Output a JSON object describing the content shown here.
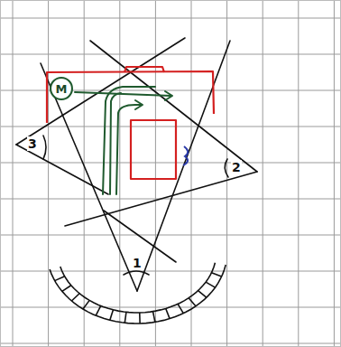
{
  "diagram": {
    "nodes": [
      {
        "text": [
          "M"
        ]
      }
    ],
    "labels": [
      "3",
      "2",
      "1"
    ]
  }
}
